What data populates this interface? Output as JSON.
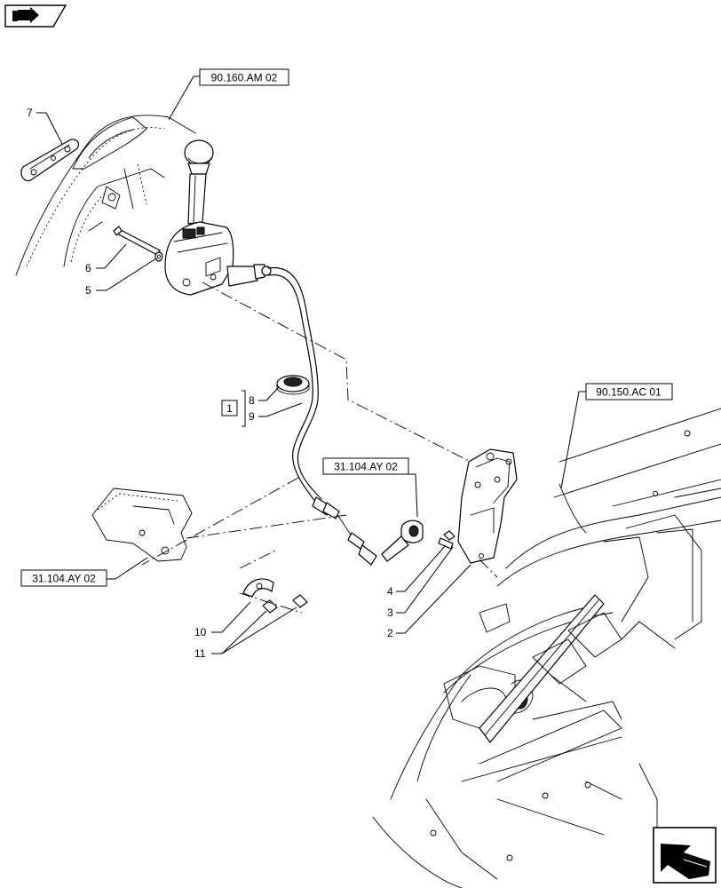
{
  "references": {
    "ref_top": "90.160.AM 02",
    "ref_right": "90.150.AC 01",
    "ref_middle": "31.104.AY 02",
    "ref_left": "31.104.AY 02"
  },
  "group_box": "1",
  "callouts": {
    "c1": "1",
    "c2": "2",
    "c3": "3",
    "c4": "4",
    "c5": "5",
    "c6": "6",
    "c7": "7",
    "c8": "8",
    "c9": "9",
    "c10": "10",
    "c11": "11"
  },
  "icons": {
    "top_left": "book-arrow-icon",
    "bottom_right": "next-page-arrow-icon"
  }
}
